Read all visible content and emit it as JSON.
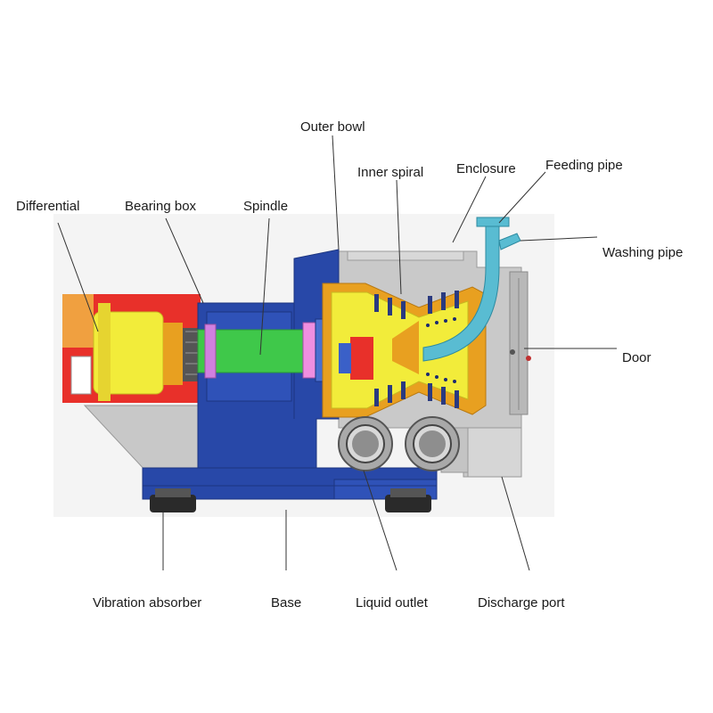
{
  "labels": {
    "outer_bowl": "Outer bowl",
    "inner_spiral": "Inner spiral",
    "enclosure": "Enclosure",
    "feeding_pipe": "Feeding pipe",
    "washing_pipe": "Washing pipe",
    "differential": "Differential",
    "bearing_box": "Bearing box",
    "spindle": "Spindle",
    "door": "Door",
    "vibration_absorber": "Vibration absorber",
    "base": "Base",
    "liquid_outlet": "Liquid outlet",
    "discharge_port": "Discharge port"
  },
  "colors": {
    "frame_blue": "#2848a8",
    "spindle_green": "#3fc84a",
    "yellow": "#f2ec3a",
    "red": "#e8302a",
    "gray": "#cfcfcf",
    "cyan": "#59bcd2",
    "orange": "#e8a020"
  }
}
